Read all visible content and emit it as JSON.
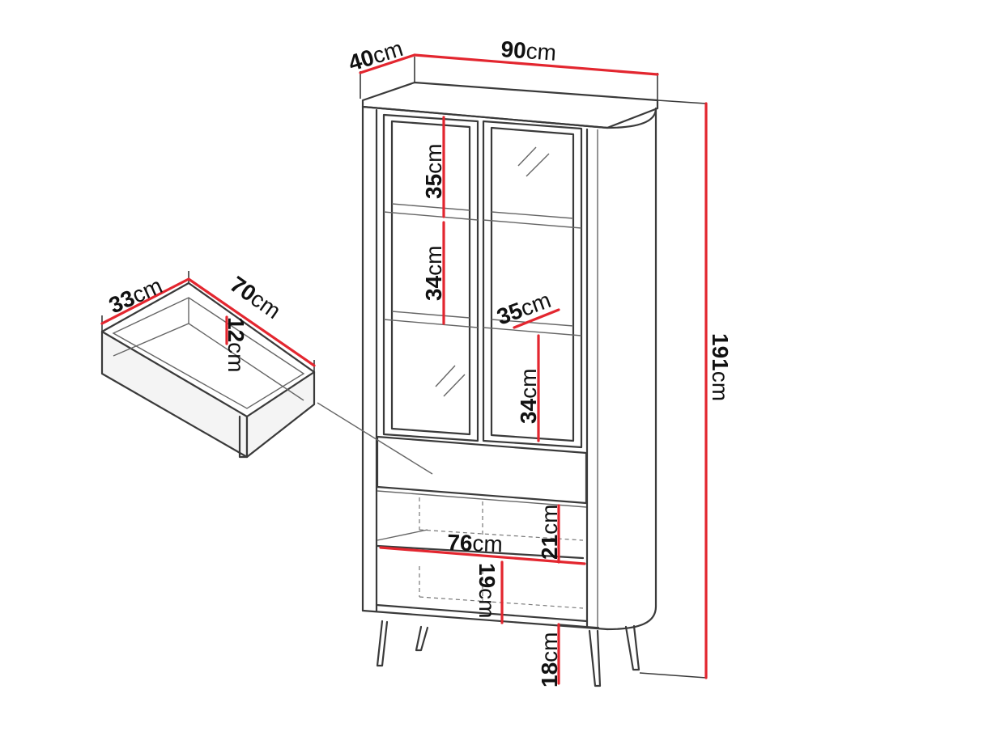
{
  "unit": "cm",
  "cabinet": {
    "depth": "40",
    "width": "90",
    "height": "191",
    "shelf_top": "35",
    "shelf_middle": "34",
    "shelf_depth": "35",
    "shelf_lower": "34",
    "open_compartment": "21",
    "inner_width": "76",
    "bottom_compartment": "19",
    "leg_height": "18"
  },
  "drawer": {
    "depth": "33",
    "width": "70",
    "height": "12"
  },
  "colors": {
    "dimension_line": "#e3262f",
    "outline": "#3a3a3a"
  }
}
